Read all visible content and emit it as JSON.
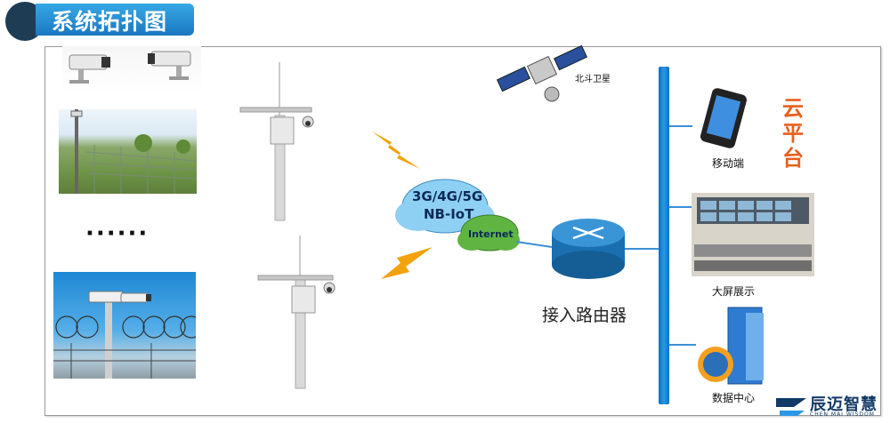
{
  "header": {
    "title": "系统拓扑图"
  },
  "diagram": {
    "ellipsis": "······",
    "satellite_label": "北斗卫星",
    "network_line_1": "3G/4G/5G",
    "network_line_2": "NB-IoT",
    "internet_label": "Internet",
    "router_label": "接入路由器",
    "cloud_platform_label": "云平台",
    "mobile_label": "移动端",
    "screen_label": "大屏展示",
    "datacenter_label": "数据中心"
  },
  "brand": {
    "name": "辰迈智慧",
    "subtitle": "CHEN MAI WISDOM"
  },
  "colors": {
    "header_blue": "#1a78c2",
    "header_dark": "#1f3c55",
    "bus_blue": "#0d6fc2",
    "platform_orange": "#e8601c",
    "lightning": "#f2a20b"
  }
}
